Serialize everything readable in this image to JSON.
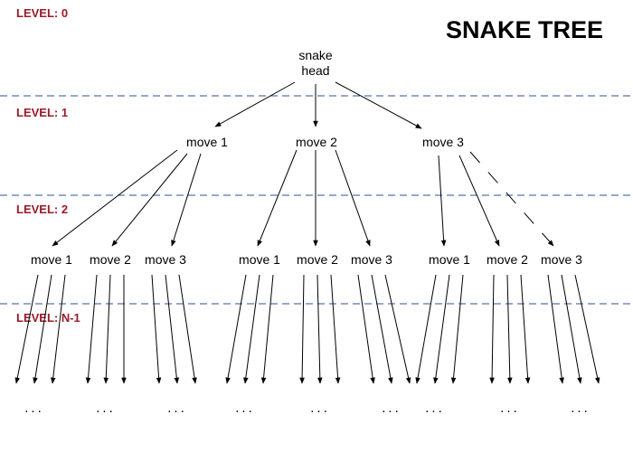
{
  "title": "SNAKE TREE",
  "colors": {
    "level_label": "#9b1b2a",
    "separator": "#2d4f9e",
    "edge": "#000000",
    "text": "#000000"
  },
  "levels": [
    {
      "label": "LEVEL: 0"
    },
    {
      "label": "LEVEL: 1"
    },
    {
      "label": "LEVEL: 2"
    },
    {
      "label": "LEVEL: N-1"
    }
  ],
  "tree": {
    "root": {
      "label_line1": "snake",
      "label_line2": "head"
    },
    "level1": [
      "move 1",
      "move 2",
      "move 3"
    ],
    "level2": [
      "move 1",
      "move 2",
      "move 3",
      "move 1",
      "move 2",
      "move 3",
      "move 1",
      "move 2",
      "move 3"
    ],
    "ellipsis": "...",
    "branching_factor": 3
  }
}
